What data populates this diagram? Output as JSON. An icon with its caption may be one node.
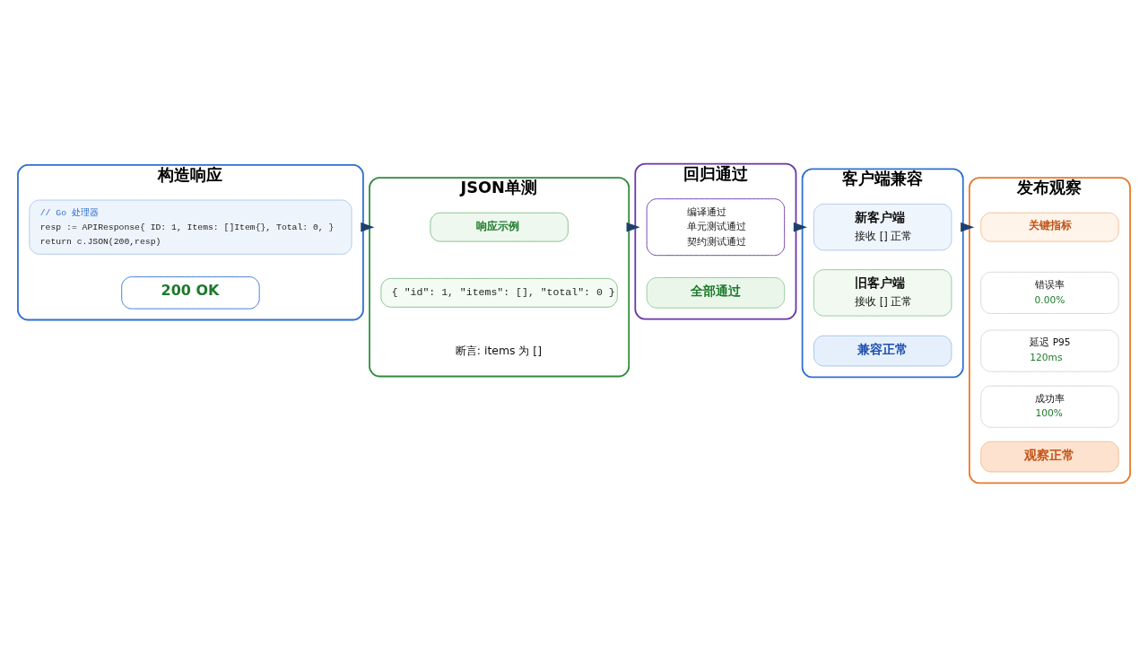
{
  "diagram": {
    "nodes": [
      {
        "text": [
          "构造响应"
        ]
      },
      {
        "text": [
          "// Go 处理器",
          "resp := APIResponse{ ID: 1, Items: []Item{}, Total: 0, }",
          "return c.JSON(200,resp)"
        ],
        "in": 0
      },
      {
        "text": [
          "200 OK"
        ],
        "in": 0
      },
      {
        "text": [
          "JSON单测"
        ]
      },
      {
        "text": [
          "响应示例"
        ],
        "in": 3
      },
      {
        "text": [
          "{ \"id\": 1, \"items\": [], \"total\": 0 }"
        ],
        "in": 3
      },
      {
        "text": [
          "断言: items 为 []"
        ],
        "in": 3
      },
      {
        "text": [
          "回归通过"
        ]
      },
      {
        "text": [
          "编译通过",
          "单元测试通过",
          "契约测试通过"
        ],
        "in": 7
      },
      {
        "text": [
          "全部通过"
        ],
        "in": 7
      },
      {
        "text": [
          "客户端兼容"
        ]
      },
      {
        "text": [
          "新客户端",
          "接收 [] 正常"
        ],
        "in": 10
      },
      {
        "text": [
          "旧客户端",
          "接收 [] 正常"
        ],
        "in": 10
      },
      {
        "text": [
          "兼容正常"
        ],
        "in": 10
      },
      {
        "text": [
          "发布观察"
        ]
      },
      {
        "text": [
          "关键指标"
        ],
        "in": 14
      },
      {
        "text": [
          "错误率",
          "0.00%"
        ],
        "in": 14
      },
      {
        "text": [
          "延迟 P95",
          "120ms"
        ],
        "in": 14
      },
      {
        "text": [
          "成功率",
          "100%"
        ],
        "in": 14
      },
      {
        "text": [
          "观察正常"
        ],
        "in": 14
      }
    ],
    "edges": [
      {
        "from": 0,
        "to": 3,
        "arrow": "to",
        "style": "thick"
      },
      {
        "from": 3,
        "to": 7,
        "arrow": "to",
        "style": "thick"
      },
      {
        "from": 7,
        "to": 10,
        "arrow": "to",
        "style": "thick"
      },
      {
        "from": 10,
        "to": 14,
        "arrow": "to",
        "style": "thick"
      }
    ]
  }
}
